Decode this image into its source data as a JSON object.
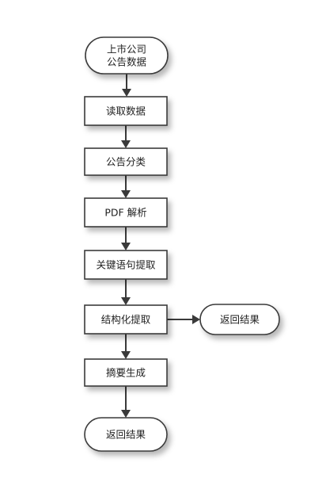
{
  "diagram": {
    "nodes": {
      "start": {
        "shape": "terminal",
        "lines": [
          "上市公司",
          "公告数据"
        ]
      },
      "read": {
        "shape": "process",
        "lines": [
          "读取数据"
        ]
      },
      "classify": {
        "shape": "process",
        "lines": [
          "公告分类"
        ]
      },
      "pdf": {
        "shape": "process",
        "lines": [
          "PDF 解析"
        ]
      },
      "keyword": {
        "shape": "process",
        "lines": [
          "关键语句提取"
        ]
      },
      "struct": {
        "shape": "process",
        "lines": [
          "结构化提取"
        ]
      },
      "return_side": {
        "shape": "terminal",
        "lines": [
          "返回结果"
        ]
      },
      "summary": {
        "shape": "process",
        "lines": [
          "摘要生成"
        ]
      },
      "return_end": {
        "shape": "terminal",
        "lines": [
          "返回结果"
        ]
      }
    },
    "edges": [
      {
        "from": "start",
        "to": "read"
      },
      {
        "from": "read",
        "to": "classify"
      },
      {
        "from": "classify",
        "to": "pdf"
      },
      {
        "from": "pdf",
        "to": "keyword"
      },
      {
        "from": "keyword",
        "to": "struct"
      },
      {
        "from": "struct",
        "to": "return_side"
      },
      {
        "from": "struct",
        "to": "summary"
      },
      {
        "from": "summary",
        "to": "return_end"
      }
    ]
  }
}
